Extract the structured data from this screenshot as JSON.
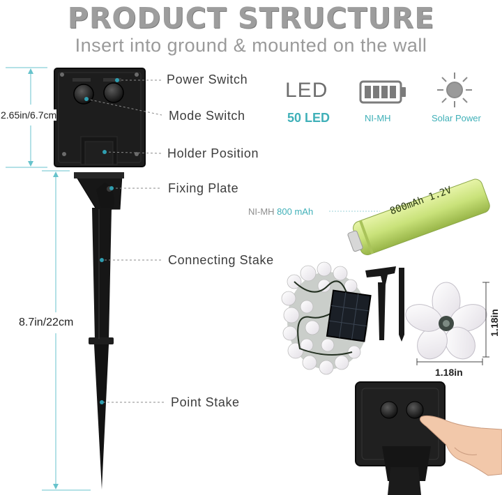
{
  "header": {
    "title": "PRODUCT STRUCTURE",
    "subtitle": "Insert into ground & mounted on the wall"
  },
  "callouts": {
    "power_switch": "Power Switch",
    "mode_switch": "Mode Switch",
    "holder_position": "Holder Position",
    "fixing_plate": "Fixing Plate",
    "connecting_stake": "Connecting Stake",
    "point_stake": "Point Stake"
  },
  "dimensions": {
    "panel_height": "2.65in/6.7cm",
    "stake_height": "8.7in/22cm",
    "flower_width": "1.18in",
    "flower_height": "1.18in"
  },
  "specs": {
    "led_word": "LED",
    "led_count": "50 LED",
    "battery_type": "NI-MH",
    "solar": "Solar Power"
  },
  "battery": {
    "type_label": "NI-MH",
    "capacity_label": "800 mAh",
    "print": "800mAh 1.2V"
  },
  "colors": {
    "teal": "#3fb0b8",
    "battery_green": "#c9e27a",
    "device_black": "#1c1c1c"
  }
}
